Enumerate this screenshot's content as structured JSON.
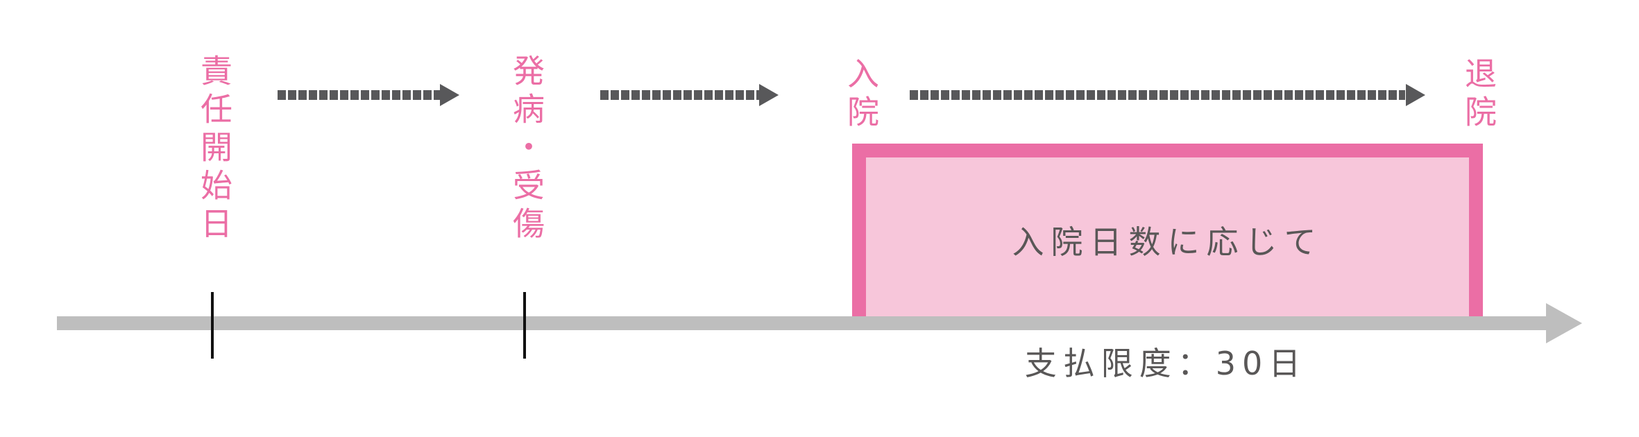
{
  "diagram": {
    "type": "timeline",
    "colors": {
      "milestone_label": "#EB6EA5",
      "dashed_arrow": "#58585A",
      "timeline_bar": "#BEBEBE",
      "tick": "#111111",
      "box_border": "#EB6EA5",
      "box_fill": "#F7C6DA",
      "body_text": "#595757"
    },
    "milestones": [
      {
        "label": "責任開始日"
      },
      {
        "label": "発病・受傷"
      },
      {
        "label": "入院"
      },
      {
        "label": "退院"
      }
    ],
    "arrows": [
      {
        "from": "責任開始日",
        "to": "発病・受傷",
        "style": "dashed"
      },
      {
        "from": "発病・受傷",
        "to": "入院",
        "style": "dashed"
      },
      {
        "from": "入院",
        "to": "退院",
        "style": "dashed"
      }
    ],
    "period_box": {
      "label": "入院日数に応じて"
    },
    "limit_label": "支払限度：30日"
  }
}
